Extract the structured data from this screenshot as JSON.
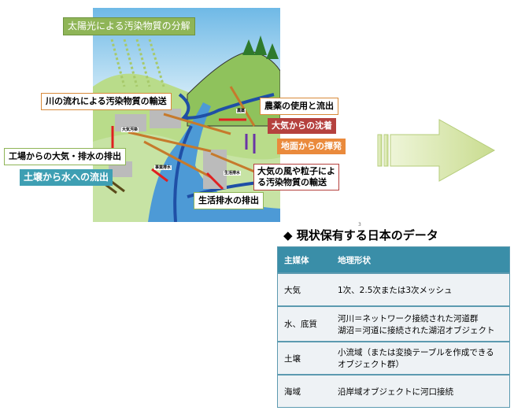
{
  "diagram": {
    "labels": {
      "sunlight": "太陽光による汚染物質の分解",
      "river": "川の流れによる汚染物質の輸送",
      "pesticide": "農薬の使用と流出",
      "deposition": "大気からの沈着",
      "volatilization": "地面からの揮発",
      "factory": "工場からの大気・排水の排出",
      "soil": "土壌から水への流出",
      "wind_1": "大気の風や粒子によ",
      "wind_2": "る汚染物質の輸送",
      "domestic": "生活排水の排出"
    },
    "small_tags": {
      "pesticide": "農薬",
      "air": "大気汚染",
      "industrial": "事業排水",
      "domestic": "生活排水"
    }
  },
  "page_number": "3",
  "section_title": "◆ 現状保有する日本のデータ",
  "table": {
    "headers": [
      "主媒体",
      "地理形状"
    ],
    "rows": [
      {
        "medium": "大気",
        "shape": [
          "1次、2.5次または3次メッシュ"
        ]
      },
      {
        "medium": "水、底質",
        "shape": [
          "河川＝ネットワーク接続された河道群",
          "湖沼＝河道に接続された湖沼オブジェクト"
        ]
      },
      {
        "medium": "土壌",
        "shape": [
          "小流域（または変換テーブルを作成できる",
          "オブジェクト群）"
        ]
      },
      {
        "medium": "海域",
        "shape": [
          "沿岸域オブジェクトに河口接続"
        ]
      }
    ]
  }
}
